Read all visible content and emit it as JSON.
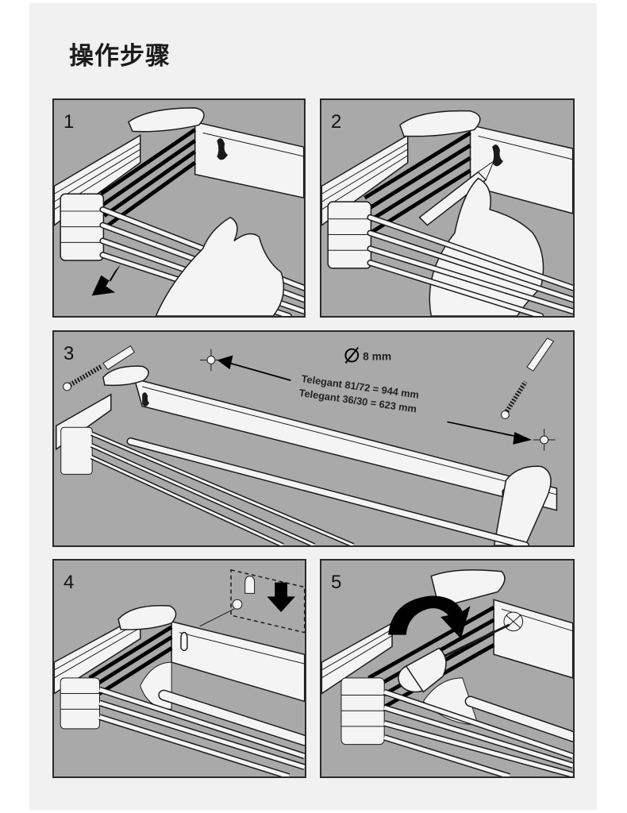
{
  "page": {
    "title": "操作步骤"
  },
  "panels": [
    {
      "step": "1",
      "description": "Pull out the drying rack rods"
    },
    {
      "step": "2",
      "description": "Mark the keyhole positions with a pencil"
    },
    {
      "step": "3",
      "description": "Drill holes and insert wall plugs and screws",
      "drill_diameter": "8 mm",
      "measurements": [
        "Telegant 81/72 = 944 mm",
        "Telegant 36/30 = 623 mm"
      ]
    },
    {
      "step": "4",
      "description": "Hang the rack onto the screws"
    },
    {
      "step": "5",
      "description": "Tighten the screws with a screwdriver"
    }
  ],
  "colors": {
    "sheet": "#f1f1f1",
    "panel_bg": "#a9a9a9",
    "line": "#1a1a1a",
    "part": "#f4f4f4"
  }
}
